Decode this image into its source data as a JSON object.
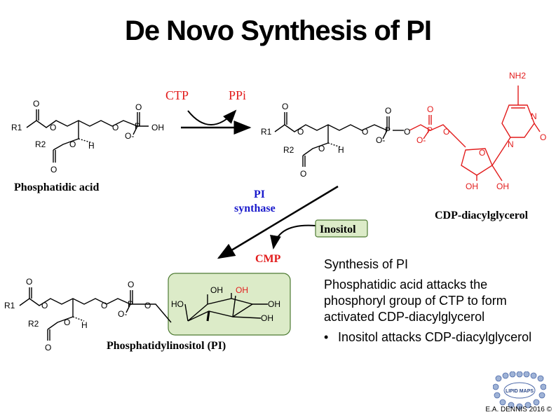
{
  "title": "De Novo Synthesis  of PI",
  "reaction1": {
    "reagent_in": "CTP",
    "reagent_out": "PPi"
  },
  "reaction2": {
    "enzyme_line1": "PI",
    "enzyme_line2": "synthase",
    "substrate": "Inositol",
    "product": "CMP"
  },
  "molecules": {
    "phosphatidic_acid": "Phosphatidic acid",
    "cdp_dag": "CDP-diacylglycerol",
    "pi": "Phosphatidylinositol (PI)"
  },
  "atoms": {
    "r1": "R1",
    "r2": "R2",
    "o": "O",
    "oh": "OH",
    "h": "H",
    "p": "P",
    "ominus": "O-",
    "ho": "HO",
    "n": "N",
    "nh2": "NH2"
  },
  "notes": {
    "heading": "Synthesis of PI",
    "text": "Phosphatidic acid attacks the phosphoryl group of CTP to form activated CDP-diacylglycerol",
    "bullet": "Inositol attacks CDP-diacylglycerol"
  },
  "logo_text": "LIPID MAPS",
  "credit": "E.A. DENNIS 2016",
  "colors": {
    "red": "#e21c1c",
    "blue": "#1a1acc",
    "green_fill": "#dcebc8",
    "green_stroke": "#4d7a32"
  }
}
